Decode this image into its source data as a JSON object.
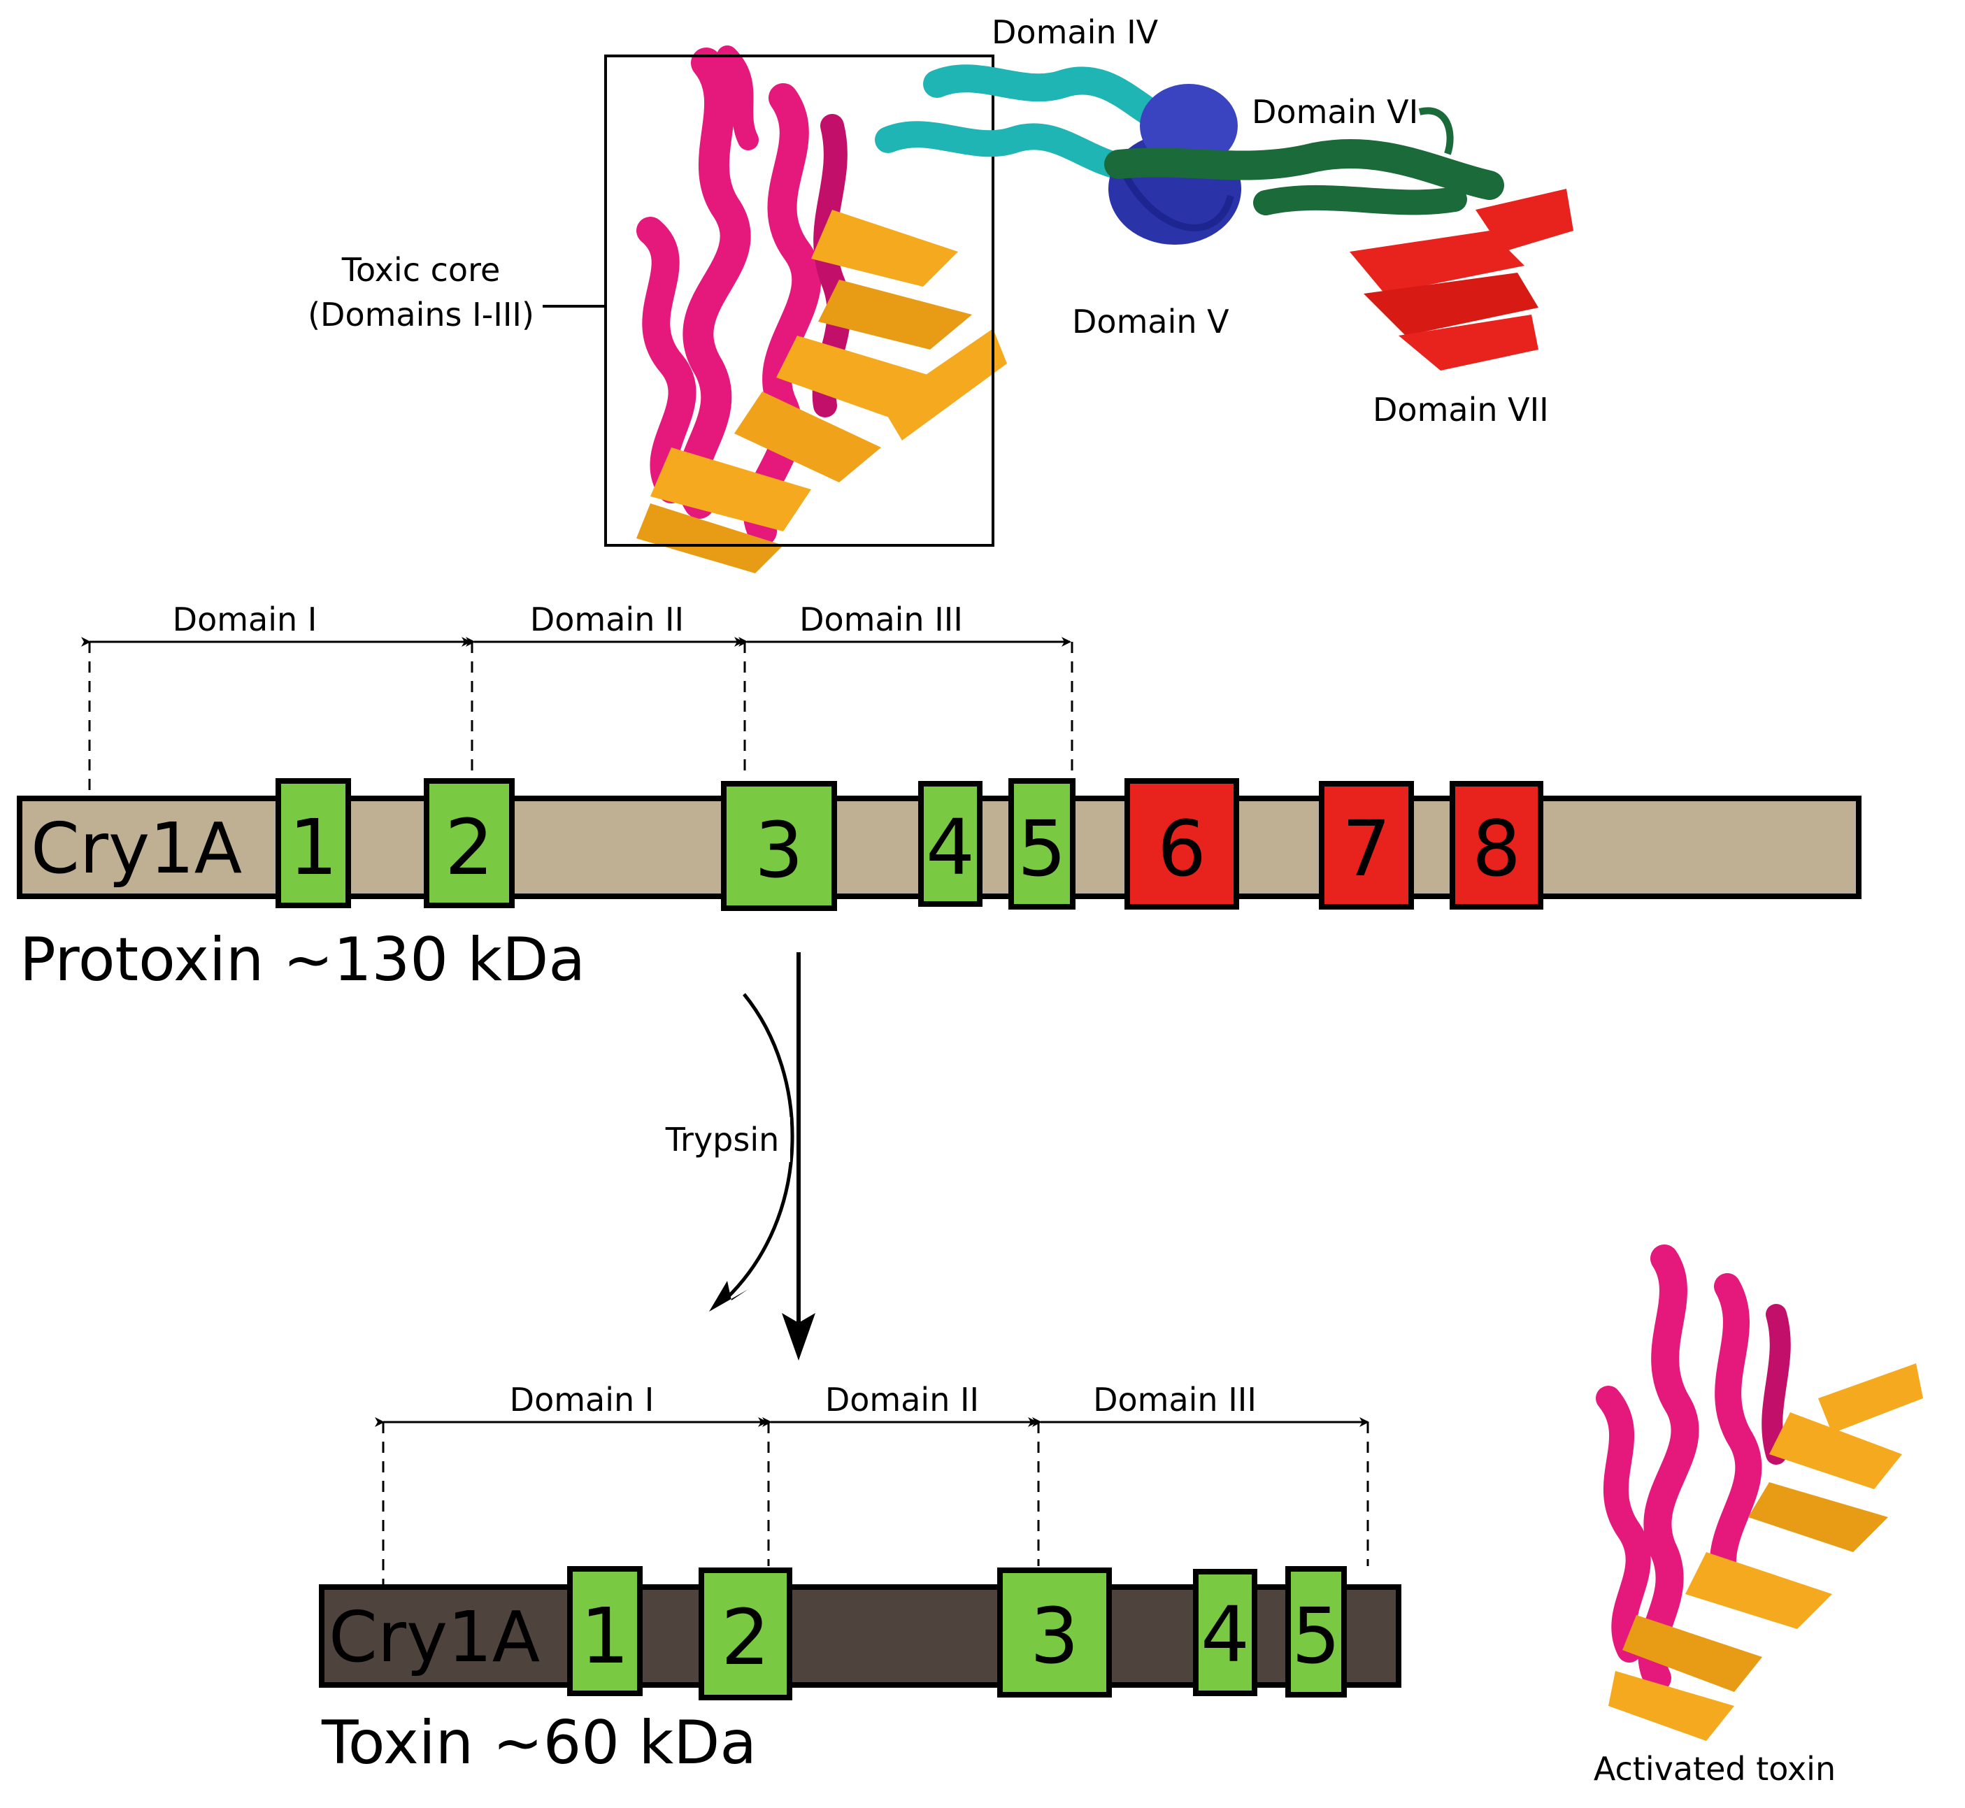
{
  "structure": {
    "domain_labels": {
      "iv": "Domain IV",
      "v": "Domain V",
      "vi": "Domain VI",
      "vii": "Domain VII"
    },
    "toxic_core_line1": "Toxic core",
    "toxic_core_line2": "(Domains I-III)",
    "domain_colors": {
      "domain_i": "#e5187c",
      "domain_ii_iii": "#f5a91e",
      "domain_iv": "#1fb5b5",
      "domain_v": "#2a33a8",
      "domain_vi": "#1b6a3a",
      "domain_vii": "#e8221c"
    }
  },
  "protoxin": {
    "domain_labels": [
      "Domain I",
      "Domain II",
      "Domain III"
    ],
    "bar_label": "Cry1A",
    "caption": "Protoxin ~130 kDa",
    "bar_color": "#bfb094",
    "segments": [
      {
        "label": "1",
        "color": "#7ac943"
      },
      {
        "label": "2",
        "color": "#7ac943"
      },
      {
        "label": "3",
        "color": "#7ac943"
      },
      {
        "label": "4",
        "color": "#7ac943"
      },
      {
        "label": "5",
        "color": "#7ac943"
      },
      {
        "label": "6",
        "color": "#e8221c"
      },
      {
        "label": "7",
        "color": "#e8221c"
      },
      {
        "label": "8",
        "color": "#e8221c"
      }
    ]
  },
  "cleavage": {
    "enzyme": "Trypsin"
  },
  "toxin": {
    "domain_labels": [
      "Domain I",
      "Domain II",
      "Domain III"
    ],
    "bar_label": "Cry1A",
    "caption": "Toxin ~60 kDa",
    "bar_color": "#4e443d",
    "segments": [
      {
        "label": "1",
        "color": "#7ac943"
      },
      {
        "label": "2",
        "color": "#7ac943"
      },
      {
        "label": "3",
        "color": "#7ac943"
      },
      {
        "label": "4",
        "color": "#7ac943"
      },
      {
        "label": "5",
        "color": "#7ac943"
      }
    ]
  },
  "activated": {
    "label": "Activated toxin"
  }
}
